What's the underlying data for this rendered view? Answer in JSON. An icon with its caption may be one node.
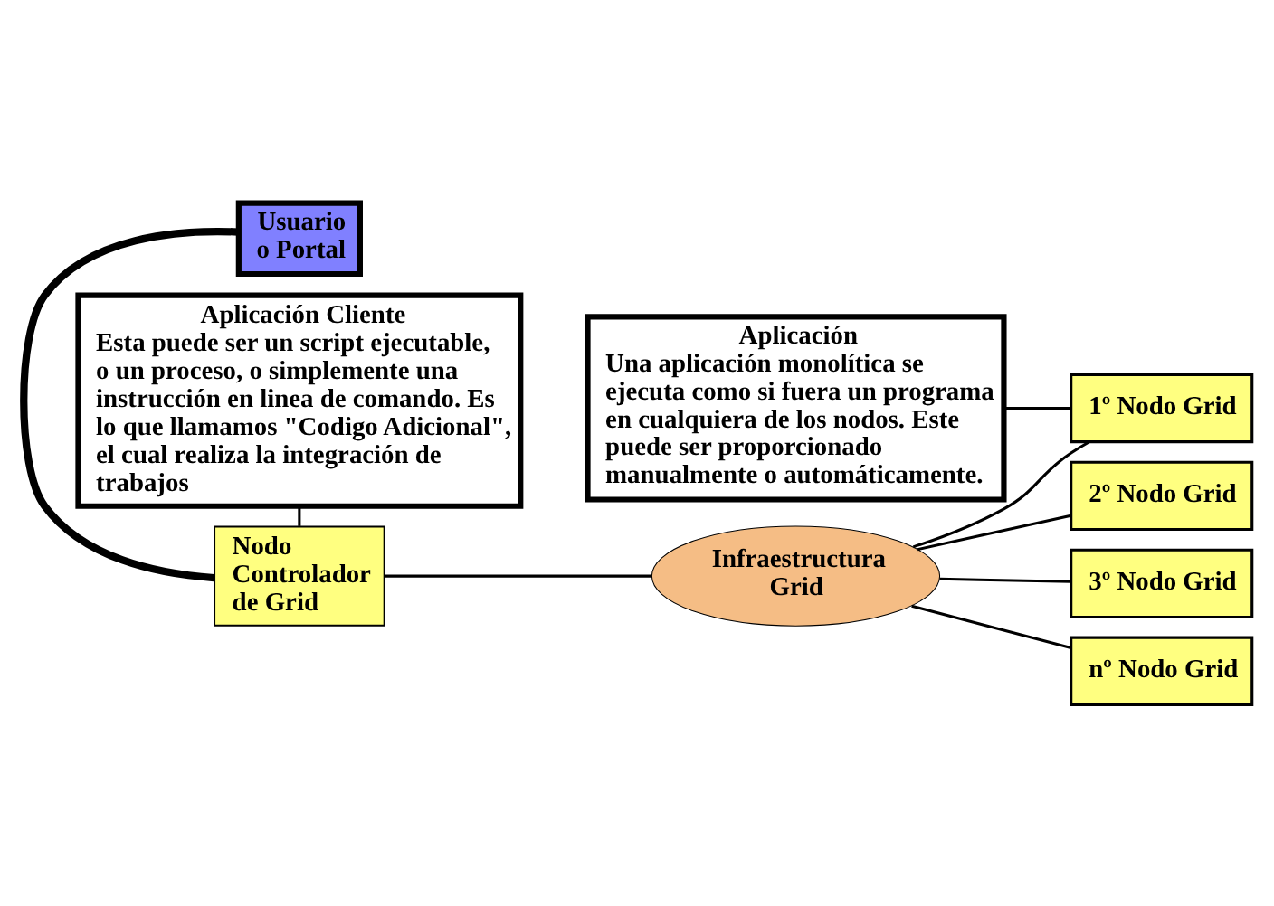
{
  "diagram": {
    "nodes": [
      {
        "text": [
          "Aplicación",
          "Una aplicación monolítica se ejecuta como si fuera un programa en cualquiera de los nodos. Este puede ser proporcionado manualmente o automáticamente."
        ]
      },
      {
        "text": [
          "Usuario o Portal"
        ]
      },
      {
        "text": [
          "Nodo Controlador de Grid"
        ]
      },
      {
        "text": [
          "Infraestructura Grid"
        ]
      },
      {
        "text": [
          "1º Nodo Grid"
        ]
      },
      {
        "text": [
          "2º Nodo Grid"
        ]
      },
      {
        "text": [
          "3º Nodo Grid"
        ]
      },
      {
        "text": [
          "nº Nodo Grid"
        ]
      },
      {
        "text": [
          "Aplicación Cliente",
          "Esta puede ser un script ejecutable, o un proceso, o simplemente una instrucción en linea de comando. Es lo que llamamos \"Codigo Adicional\", el cual realiza la integración de trabajos"
        ]
      }
    ],
    "edges": [
      {
        "from": 0,
        "to": 4,
        "arrow": "none"
      },
      {
        "from": 1,
        "to": 2,
        "arrow": "none",
        "style": "thick"
      },
      {
        "from": 2,
        "to": 3,
        "arrow": "none"
      },
      {
        "from": 3,
        "to": 4,
        "arrow": "none"
      },
      {
        "from": 3,
        "to": 5,
        "arrow": "none"
      },
      {
        "from": 3,
        "to": 6,
        "arrow": "none"
      },
      {
        "from": 3,
        "to": 7,
        "arrow": "none"
      },
      {
        "from": 8,
        "to": 2,
        "arrow": "none"
      }
    ]
  }
}
